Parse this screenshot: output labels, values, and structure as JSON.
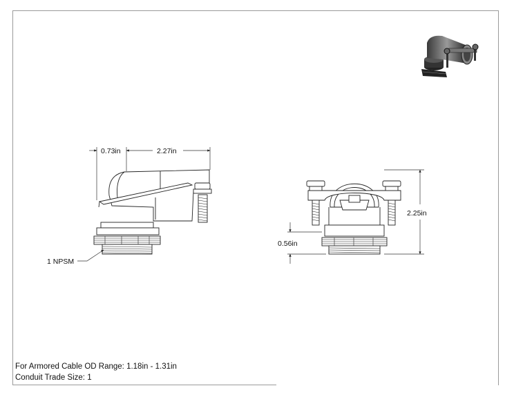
{
  "dimensions": {
    "side_width_left": "0.73in",
    "side_width_main": "2.27in",
    "thread_label": "1 NPSM",
    "front_height": "2.25in",
    "front_thread_height": "0.56in"
  },
  "notes": {
    "cable_range": "For Armored Cable OD Range: 1.18in - 1.31in",
    "trade_size": "Conduit Trade Size: 1"
  }
}
